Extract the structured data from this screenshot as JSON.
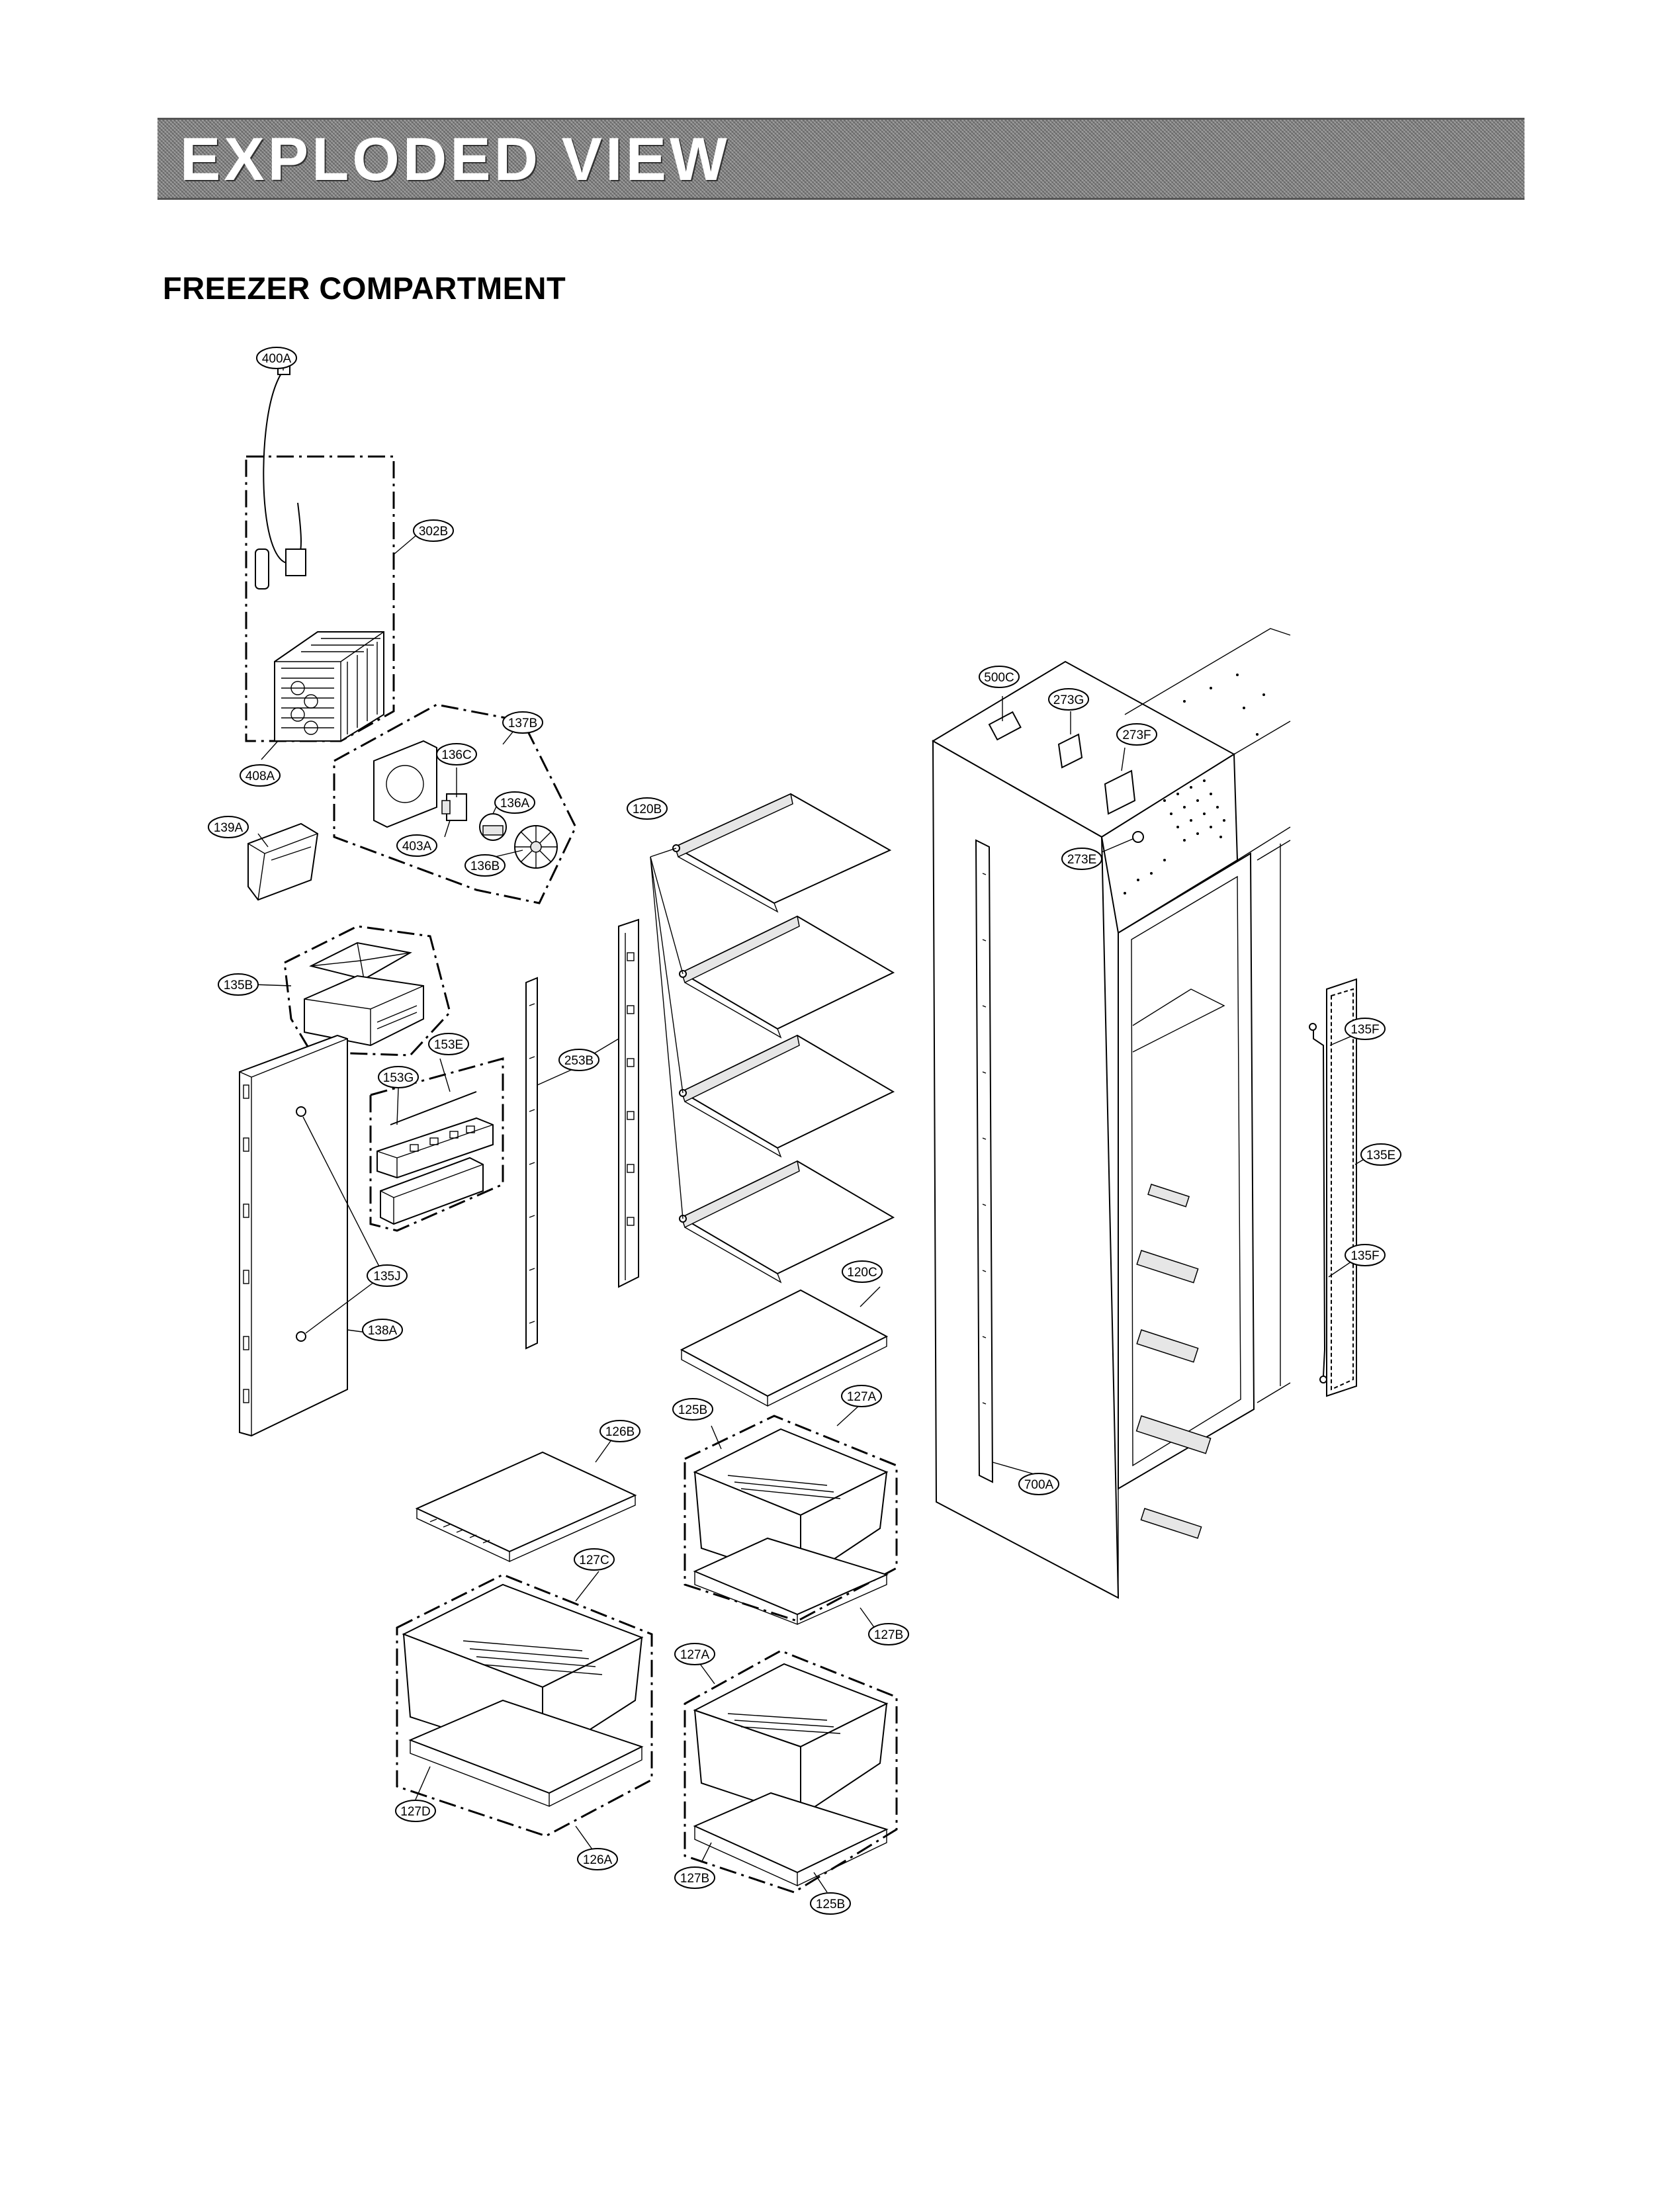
{
  "header": {
    "title": "EXPLODED VIEW"
  },
  "section": {
    "title": "FREEZER COMPARTMENT"
  },
  "callouts": {
    "c400A": "400A",
    "c302B": "302B",
    "c408A": "408A",
    "c137B": "137B",
    "c136C": "136C",
    "c136A": "136A",
    "c403A": "403A",
    "c136B": "136B",
    "c139A": "139A",
    "c120B": "120B",
    "c500C": "500C",
    "c273G": "273G",
    "c273F": "273F",
    "c273E": "273E",
    "c135B": "135B",
    "c153E": "153E",
    "c153G": "153G",
    "c253B": "253B",
    "c135F_top": "135F",
    "c135E": "135E",
    "c135F_bot": "135F",
    "c135J": "135J",
    "c138A": "138A",
    "c120C": "120C",
    "c125B_top": "125B",
    "c127A_top": "127A",
    "c126B": "126B",
    "c700A": "700A",
    "c127C": "127C",
    "c127B_top": "127B",
    "c127A_bot": "127A",
    "c127D": "127D",
    "c126A": "126A",
    "c127B_bot": "127B",
    "c125B_bot": "125B"
  }
}
